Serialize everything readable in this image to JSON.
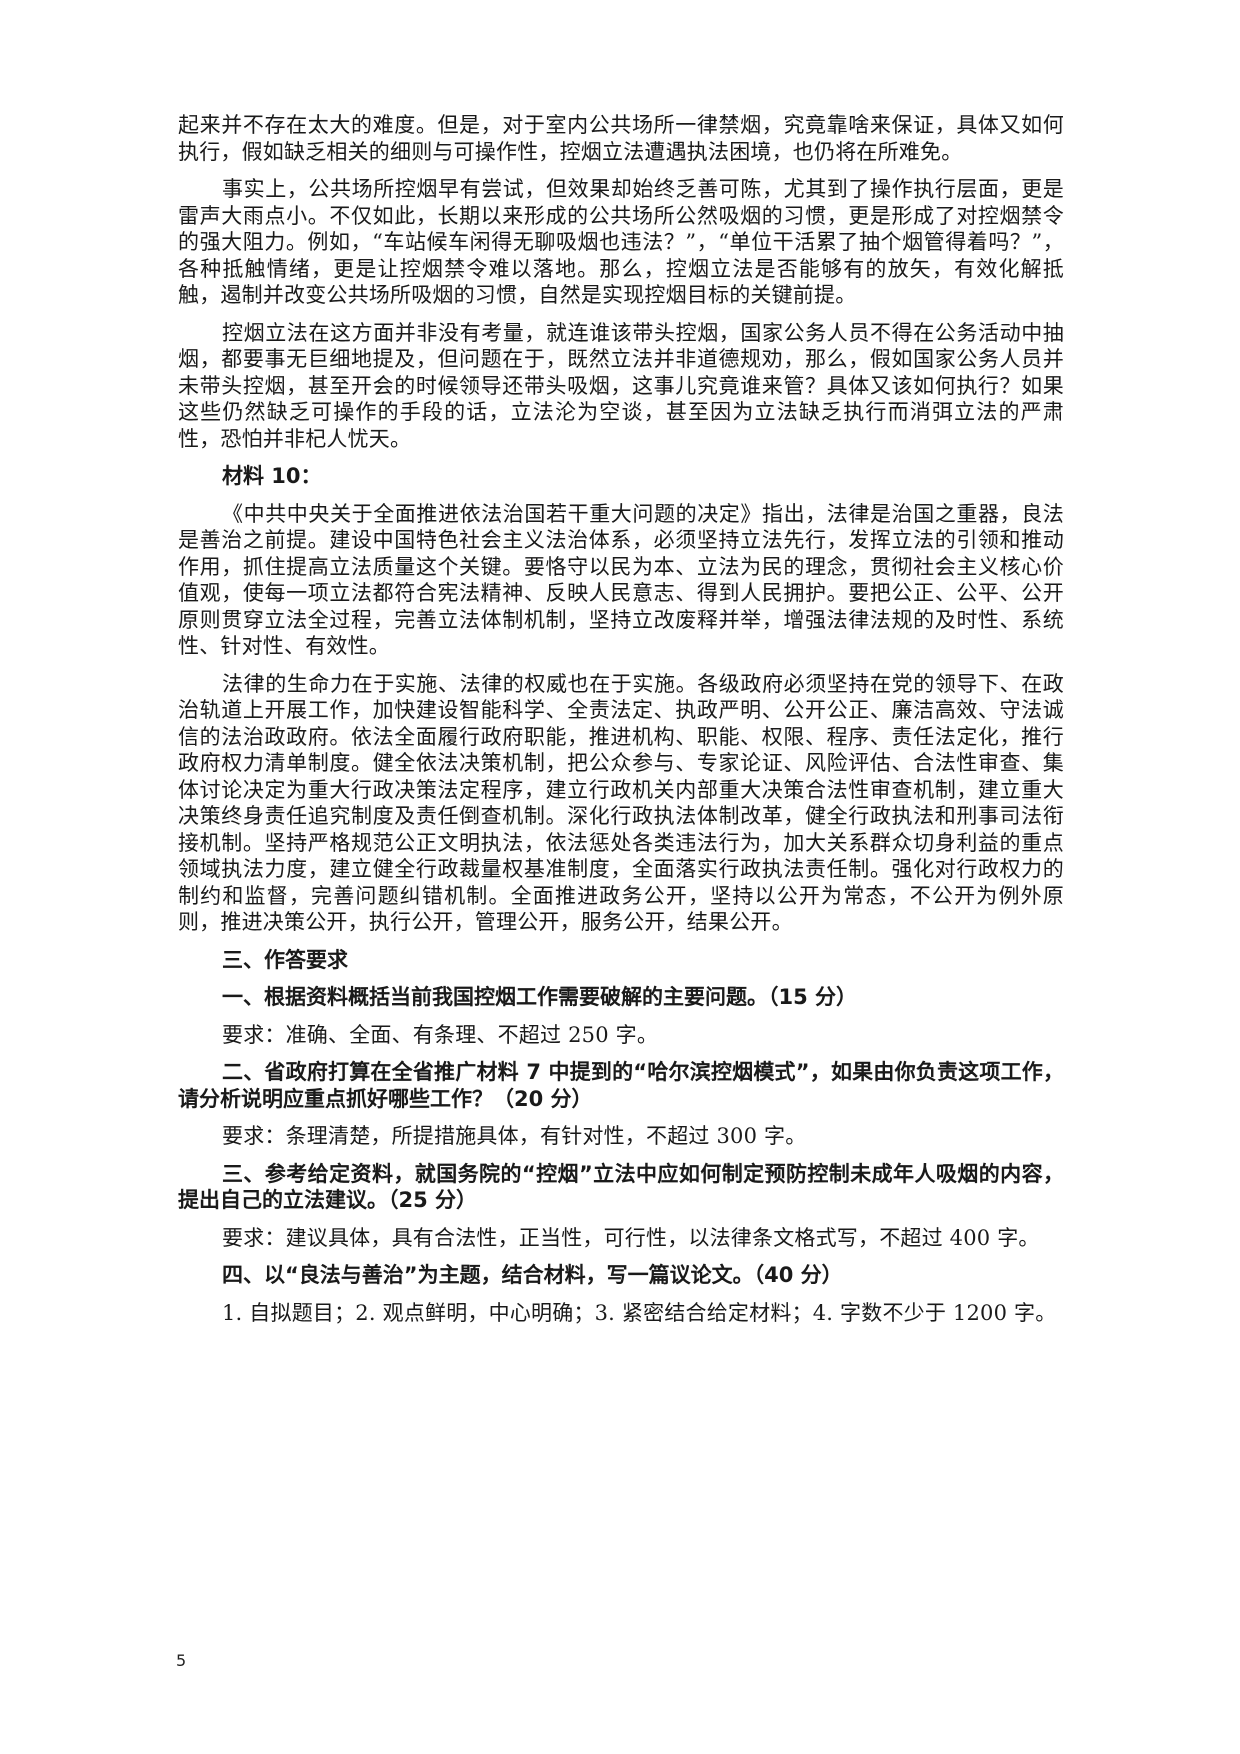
{
  "document": {
    "continuation_paragraph": "起来并不存在太大的难度。但是，对于室内公共场所一律禁烟，究竟靠啥来保证，具体又如何执行，假如缺乏相关的细则与可操作性，控烟立法遭遇执法困境，也仍将在所难免。",
    "paragraphs_material_9": [
      "事实上，公共场所控烟早有尝试，但效果却始终乏善可陈，尤其到了操作执行层面，更是雷声大雨点小。不仅如此，长期以来形成的公共场所公然吸烟的习惯，更是形成了对控烟禁令的强大阻力。例如，“车站候车闲得无聊吸烟也违法？”，“单位干活累了抽个烟管得着吗？”，各种抵触情绪，更是让控烟禁令难以落地。那么，控烟立法是否能够有的放矢，有效化解抵触，遏制并改变公共场所吸烟的习惯，自然是实现控烟目标的关键前提。",
      "控烟立法在这方面并非没有考量，就连谁该带头控烟，国家公务人员不得在公务活动中抽烟，都要事无巨细地提及，但问题在于，既然立法并非道德规劝，那么，假如国家公务人员并未带头控烟，甚至开会的时候领导还带头吸烟，这事儿究竟谁来管？具体又该如何执行？如果这些仍然缺乏可操作的手段的话，立法沦为空谈，甚至因为立法缺乏执行而消弭立法的严肃性，恐怕并非杞人忧天。"
    ],
    "material_10_heading": "材料 10：",
    "paragraphs_material_10": [
      "《中共中央关于全面推进依法治国若干重大问题的决定》指出，法律是治国之重器，良法是善治之前提。建设中国特色社会主义法治体系，必须坚持立法先行，发挥立法的引领和推动作用，抓住提高立法质量这个关键。要恪守以民为本、立法为民的理念，贯彻社会主义核心价值观，使每一项立法都符合宪法精神、反映人民意志、得到人民拥护。要把公正、公平、公开原则贯穿立法全过程，完善立法体制机制，坚持立改废释并举，增强法律法规的及时性、系统性、针对性、有效性。",
      "法律的生命力在于实施、法律的权威也在于实施。各级政府必须坚持在党的领导下、在政治轨道上开展工作，加快建设智能科学、全责法定、执政严明、公开公正、廉洁高效、守法诚信的法治政政府。依法全面履行政府职能，推进机构、职能、权限、程序、责任法定化，推行政府权力清单制度。健全依法决策机制，把公众参与、专家论证、风险评估、合法性审查、集体讨论决定为重大行政决策法定程序，建立行政机关内部重大决策合法性审查机制，建立重大决策终身责任追究制度及责任倒查机制。深化行政执法体制改革，健全行政执法和刑事司法衔接机制。坚持严格规范公正文明执法，依法惩处各类违法行为，加大关系群众切身利益的重点领域执法力度，建立健全行政裁量权基准制度，全面落实行政执法责任制。强化对行政权力的制约和监督，完善问题纠错机制。全面推进政务公开，坚持以公开为常态，不公开为例外原则，推进决策公开，执行公开，管理公开，服务公开，结果公开。"
    ],
    "section_heading": "三、作答要求",
    "questions": [
      {
        "prompt": "一、根据资料概括当前我国控烟工作需要破解的主要问题。（15 分）",
        "requirement": "要求：准确、全面、有条理、不超过 250 字。"
      },
      {
        "prompt": "二、省政府打算在全省推广材料 7 中提到的“哈尔滨控烟模式”，如果由你负责这项工作，请分析说明应重点抓好哪些工作？（20 分）",
        "requirement": "要求：条理清楚，所提措施具体，有针对性，不超过 300 字。"
      },
      {
        "prompt": "三、参考给定资料，就国务院的“控烟”立法中应如何制定预防控制未成年人吸烟的内容，提出自己的立法建议。（25 分）",
        "requirement": "要求：建议具体，具有合法性，正当性，可行性，以法律条文格式写，不超过 400 字。"
      },
      {
        "prompt": "四、以“良法与善治”为主题，结合材料，写一篇议论文。（40 分）",
        "requirement": "1. 自拟题目；2. 观点鲜明，中心明确；3. 紧密结合给定材料；4. 字数不少于 1200 字。"
      }
    ],
    "page_number": "5"
  }
}
